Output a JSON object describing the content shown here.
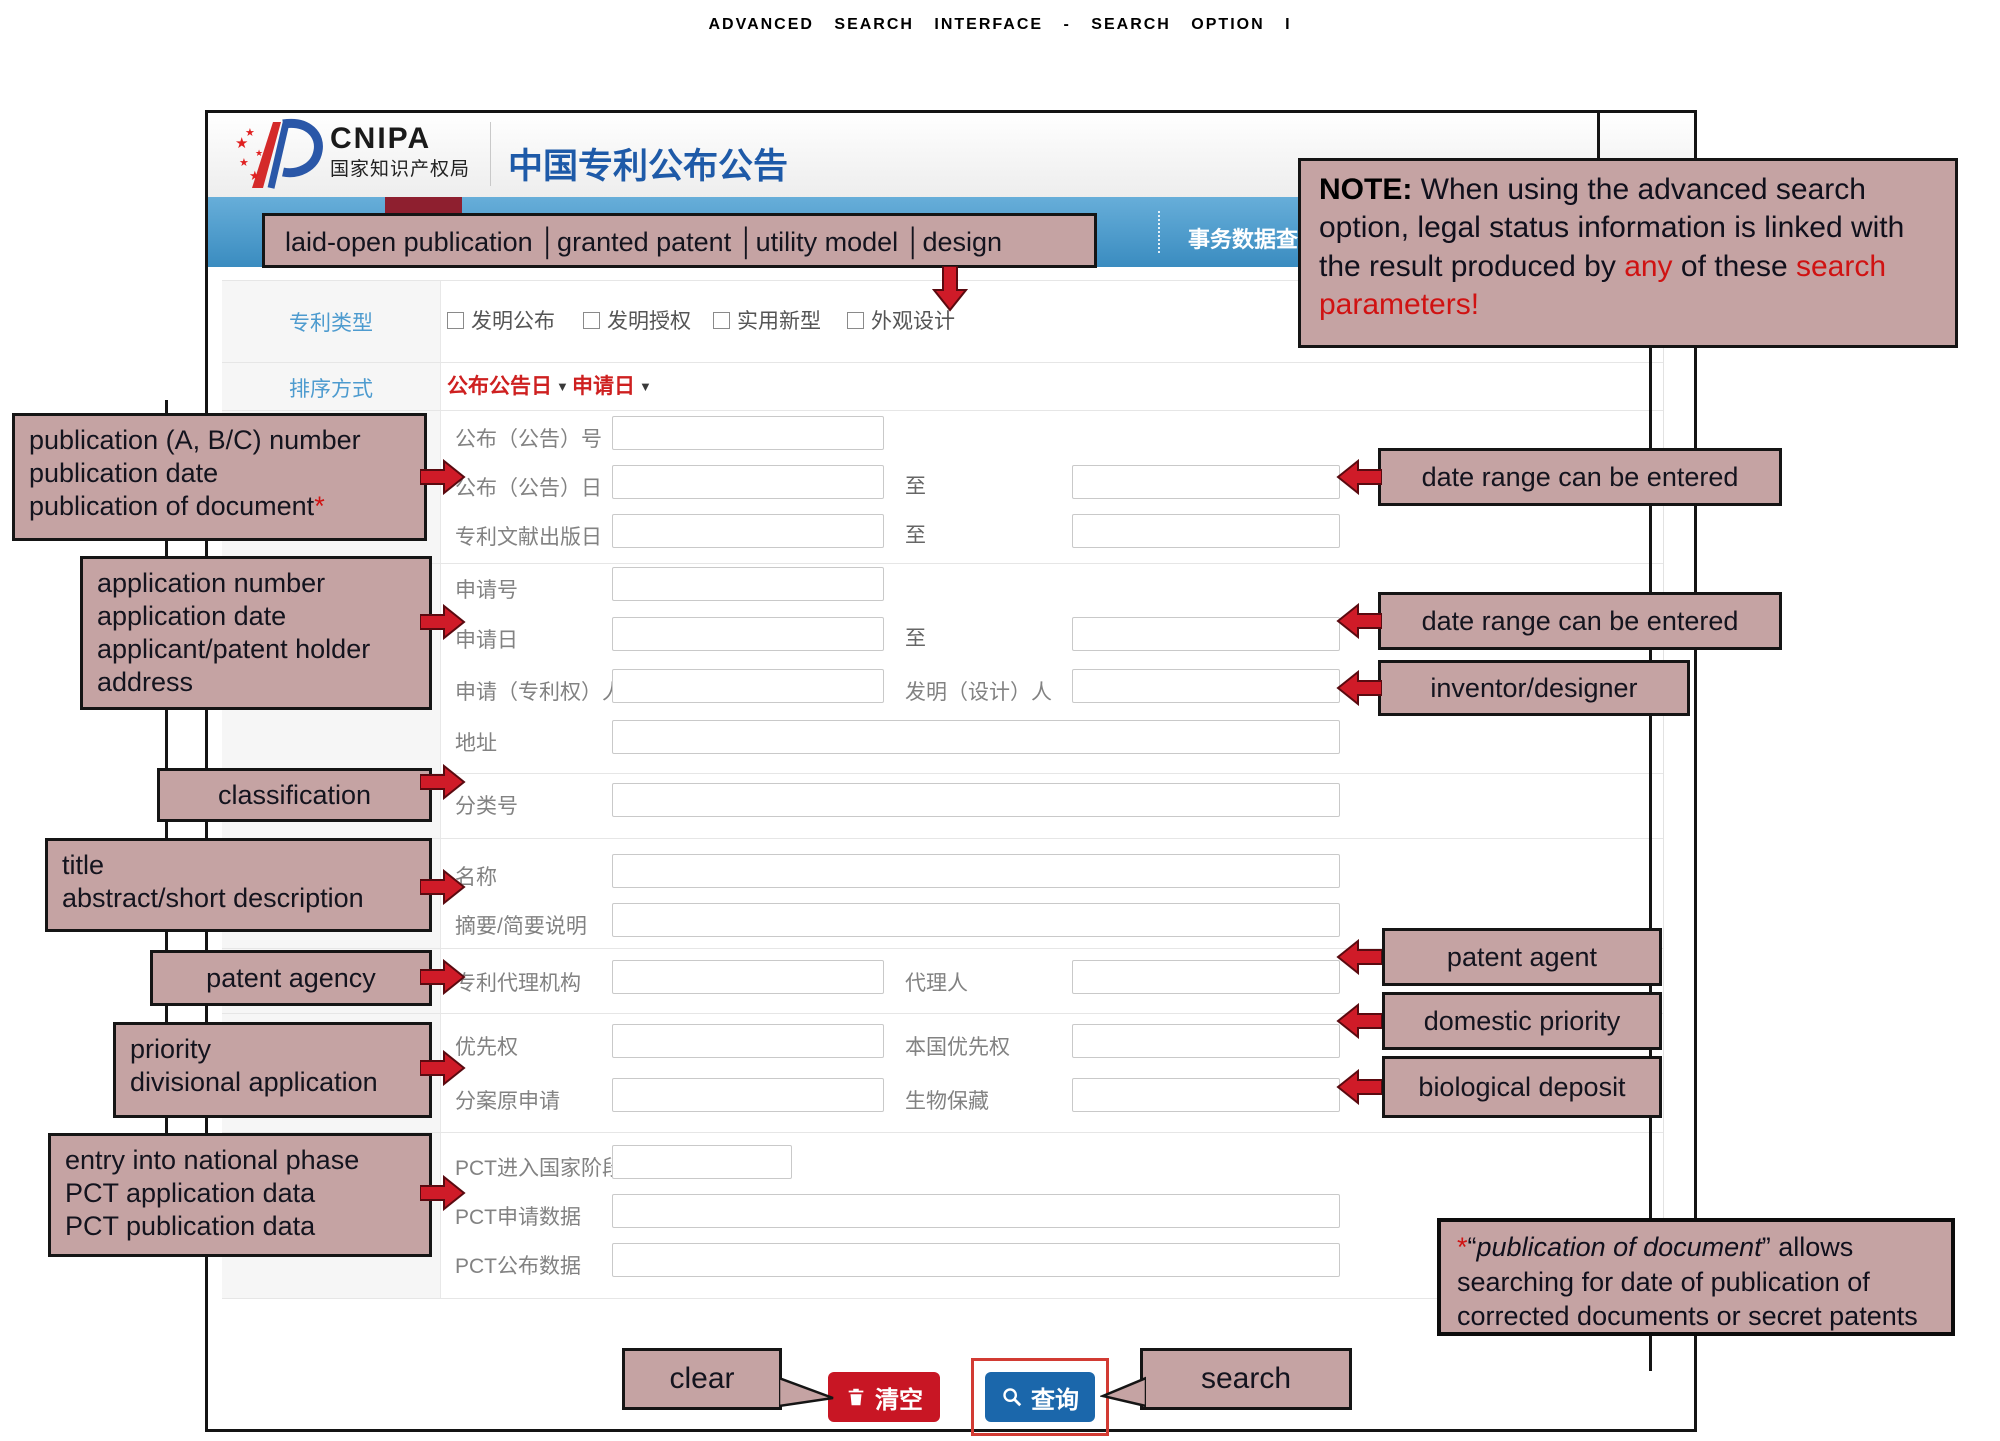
{
  "title": "ADVANCED SEARCH INTERFACE  -  SEARCH OPTION I",
  "header": {
    "logo_name": "CNIPA",
    "logo_org": "国家知识产权局",
    "site_title": "中国专利公布公告"
  },
  "navbar": {
    "tabs_overlay": "laid-open publication │granted patent │utility model │design",
    "menu_item": "事务数据查询"
  },
  "note": {
    "lead": "NOTE:",
    "t1": " When using the advanced search option, legal status information is linked with the result produced by ",
    "r1": "any",
    "t2": " of these ",
    "r2": "search parameters!"
  },
  "sidebar": {
    "patent_type_label": "专利类型",
    "sort_label": "排序方式"
  },
  "patent_type_options": [
    "发明公布",
    "发明授权",
    "实用新型",
    "外观设计"
  ],
  "sort_links": [
    {
      "label": "公布公告日",
      "arrow": "▼"
    },
    {
      "label": "申请日",
      "arrow": "▼"
    }
  ],
  "range_to": "至",
  "fields": {
    "pub_number": "公布（公告）号",
    "pub_date": "公布（公告）日",
    "doc_pub_date": "专利文献出版日",
    "app_number": "申请号",
    "app_date": "申请日",
    "applicant": "申请（专利权）人",
    "inventor": "发明（设计）人",
    "address": "地址",
    "classification": "分类号",
    "title": "名称",
    "abstract": "摘要/简要说明",
    "agency": "专利代理机构",
    "agent": "代理人",
    "priority": "优先权",
    "domestic_priority": "本国优先权",
    "divisional": "分案原申请",
    "bio_deposit": "生物保藏",
    "pct_national": "PCT进入国家阶段日",
    "pct_app": "PCT申请数据",
    "pct_pub": "PCT公布数据"
  },
  "callouts": {
    "left": [
      {
        "lines": [
          "publication (A, B/C) number",
          "publication date",
          "publication of document"
        ],
        "star": "*"
      },
      {
        "lines": [
          "application number",
          "application date",
          "applicant/patent holder",
          "address"
        ]
      },
      {
        "lines": [
          "classification"
        ]
      },
      {
        "lines": [
          "title",
          "abstract/short description"
        ]
      },
      {
        "lines": [
          "patent agency"
        ]
      },
      {
        "lines": [
          "priority",
          "divisional application"
        ]
      },
      {
        "lines": [
          "entry into national phase",
          "PCT application data",
          "PCT publication data"
        ]
      }
    ],
    "right": [
      {
        "label": "date range can be entered"
      },
      {
        "label": "date range can be entered"
      },
      {
        "label": "inventor/designer"
      },
      {
        "label": "patent agent"
      },
      {
        "label": "domestic priority"
      },
      {
        "label": "biological deposit"
      }
    ],
    "clear": "clear",
    "search": "search"
  },
  "footnote": {
    "star": "*",
    "open": "“",
    "italic": "publication of document",
    "rest": "” allows searching for date of publication of corrected documents or secret patents"
  },
  "buttons": {
    "clear": "清空",
    "search": "查询"
  },
  "colors": {
    "accent_red": "#cf1b28",
    "callout_fill": "#c5a3a3",
    "nav_blue": "#4598ca",
    "brand_blue": "#1e5aa8",
    "button_blue": "#1b67ab",
    "button_red": "#c81624",
    "tab_red": "#8e1f2f"
  }
}
